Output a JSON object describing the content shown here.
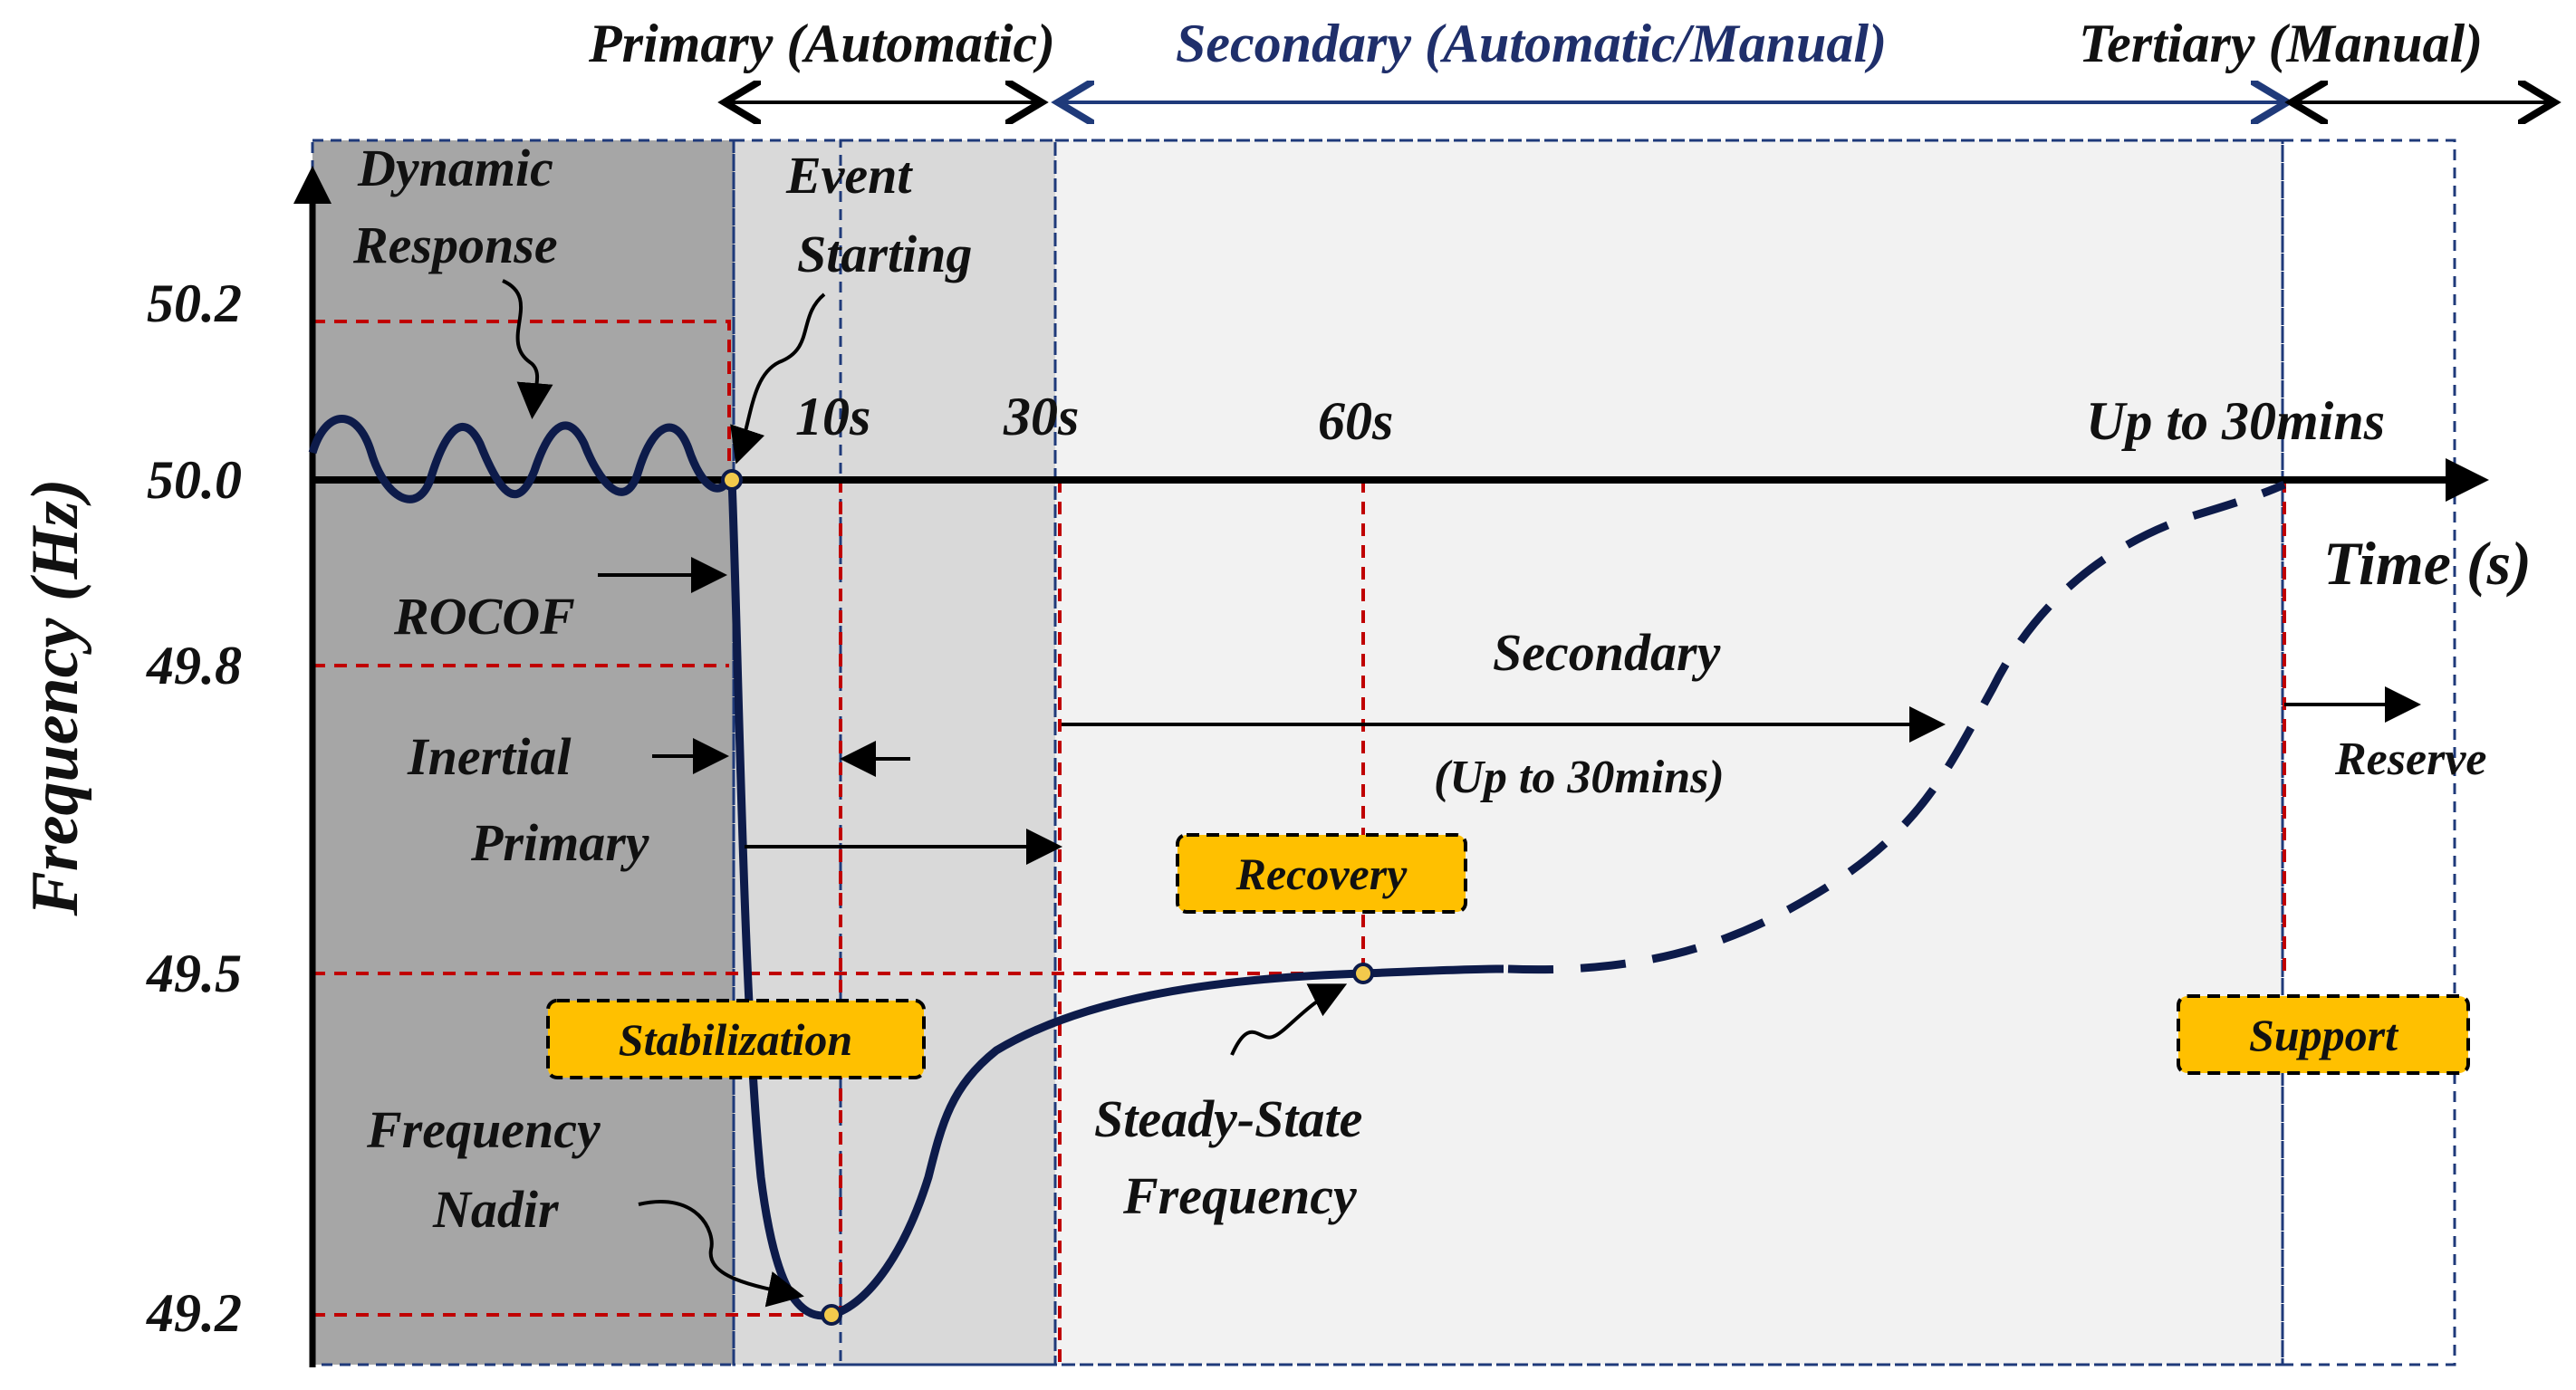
{
  "colors": {
    "navy": "#0d1b4a",
    "red_dashed": "#c00000",
    "badge_fill": "#ffc000",
    "dark_region": "#a6a6a6",
    "mid_region": "#d9d9d9",
    "light_region": "#f2f2f2"
  },
  "headers": {
    "primary": "Primary (Automatic)",
    "secondary": "Secondary (Automatic/Manual)",
    "tertiary": "Tertiary (Manual)"
  },
  "axes": {
    "y_label": "Frequency (Hz)",
    "x_label": "Time (s)",
    "y_ticks": [
      "50.2",
      "50.0",
      "49.8",
      "49.5",
      "49.2"
    ],
    "x_ticks": [
      "10s",
      "30s",
      "60s",
      "Up to 30mins"
    ]
  },
  "labels": {
    "dynamic_line1": "Dynamic",
    "dynamic_line2": "Response",
    "event_line1": "Event",
    "event_line2": "Starting",
    "rocof": "ROCOF",
    "inertial": "Inertial",
    "primary": "Primary",
    "secondary": "Secondary",
    "secondary_sub": "(Up to 30mins)",
    "reserve": "Reserve",
    "nadir_line1": "Frequency",
    "nadir_line2": "Nadir",
    "steady_line1": "Steady-State",
    "steady_line2": "Frequency"
  },
  "badges": {
    "stabilization": "Stabilization",
    "recovery": "Recovery",
    "support": "Support"
  }
}
